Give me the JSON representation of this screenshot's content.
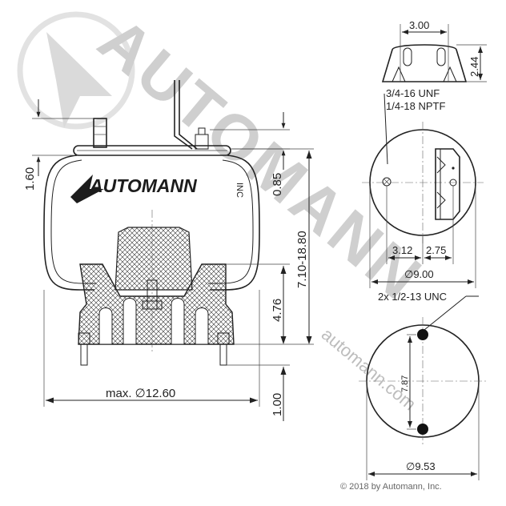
{
  "watermark": {
    "brand": "AUTOMANN",
    "url": "automann.com"
  },
  "logo": {
    "brand": "AUTOMANN",
    "suffix": "INC"
  },
  "dimensions": {
    "top_width": "3.00",
    "top_height": "2.44",
    "stud_thread": "3/4-16 UNF",
    "port_thread": "1/4-18 NPTF",
    "left_height": "1.60",
    "upper_offset": "0.85",
    "height_range": "7.10-18.80",
    "piston_height": "4.76",
    "stud_length": "1.00",
    "max_diameter": "max. ∅12.60",
    "offset_left": "3.12",
    "offset_right": "2.75",
    "top_plate_diameter": "∅9.00",
    "bottom_bolts": "2x 1/2-13 UNC",
    "bolt_spacing": "7.87",
    "bottom_diameter": "∅9.53"
  },
  "copyright": "© 2018 by Automann, Inc."
}
